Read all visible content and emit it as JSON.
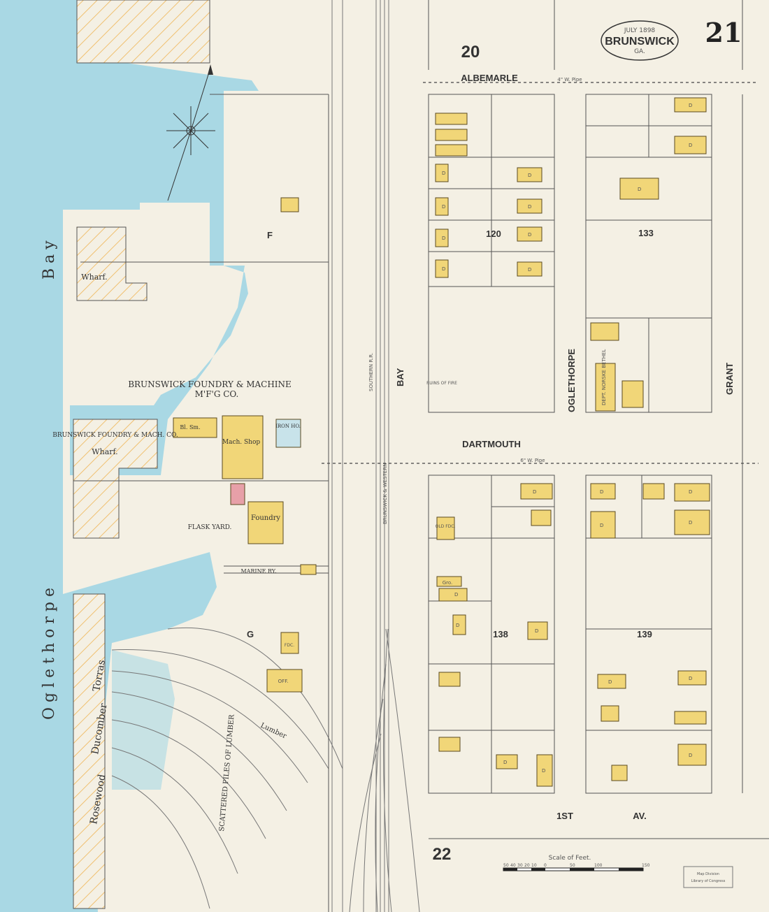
{
  "header": {
    "date": "JULY 1898",
    "city": "BRUNSWICK",
    "state": "GA.",
    "sheet_number": "21",
    "adjacent_sheet_top": "20",
    "adjacent_sheet_bottom": "22"
  },
  "streets": {
    "albemarle": "ALBEMARLE",
    "dartmouth": "DARTMOUTH",
    "first_av": "1ST",
    "av": "AV.",
    "bay": "BAY",
    "oglethorpe": "OGLETHORPE",
    "grant": "GRANT",
    "bay_water": "B a y",
    "oglethorpe_water": "O g l e t h o r p e",
    "rosewood": "Rosewood",
    "ducomber": "Ducomber",
    "torras": "Torras"
  },
  "blocks": {
    "b120": "120",
    "b133": "133",
    "b138": "138",
    "b139": "139",
    "f": "F",
    "g": "G"
  },
  "labels": {
    "foundry_title": "BRUNSWICK FOUNDRY & MACHINE",
    "foundry_subtitle": "M'F'G CO.",
    "wharf_company": "BRUNSWICK FOUNDRY & MACH. CO.",
    "wharf": "Wharf.",
    "wharf_top": "Wharf.",
    "mach_shop": "Mach. Shop",
    "foundry": "Foundry",
    "flask_yard": "FLASK YARD.",
    "marine_ry": "MARINE RY.",
    "bl_sm": "Bl. Sm.",
    "iron_ho": "IRON HO.",
    "ruins_of_fire": "RUINS OF FIRE",
    "dept_norske_bethel": "DEPT. NORSKE BETHEL",
    "gro": "Gro.",
    "old_fdc": "OLD FDC.",
    "fdc": "FDC.",
    "off": "OFF.",
    "scattered_piles_of_lumber": "SCATTERED PILES OF LUMBER",
    "lumber": "Lumber",
    "southern_rr": "SOUTHERN R.R.",
    "brunswick_western": "BRUNSWICK & WESTERN",
    "water_pipe_top": "4\" W. Pipe",
    "water_pipe_mid": "6\" W. Pipe",
    "dwelling": "D"
  },
  "scale": {
    "label": "Scale of Feet.",
    "ticks": [
      "50",
      "40",
      "30",
      "20",
      "10",
      "0",
      "50",
      "100",
      "150"
    ]
  },
  "stamp": {
    "line1": "Map Division",
    "line2": "Library of Congress"
  },
  "colors": {
    "water": "#a9d8e4",
    "building": "#f1d678",
    "brick": "#e7a0a8",
    "paper": "#f4f0e4"
  }
}
